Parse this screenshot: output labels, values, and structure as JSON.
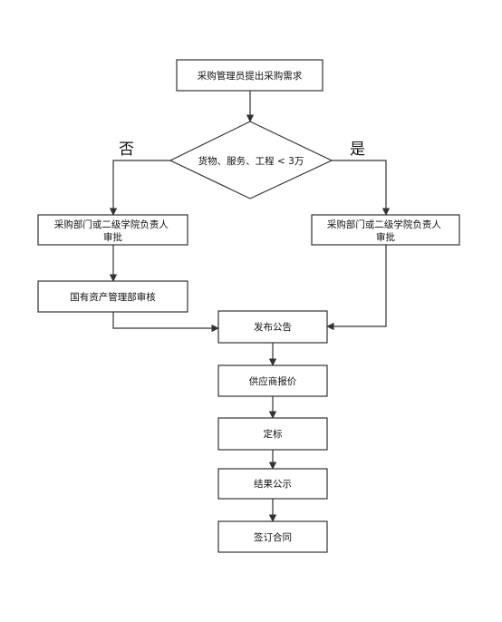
{
  "flowchart": {
    "start": "采购管理员提出采购需求",
    "decision": "货物、服务、工程 < 3万",
    "branch_no": "否",
    "branch_yes": "是",
    "left_approval": [
      "采购部门或二级学院负责人",
      "审批"
    ],
    "asset_review": "国有资产管理部审核",
    "right_approval": [
      "采购部门或二级学院负责人",
      "审批"
    ],
    "publish": "发布公告",
    "quote": "供应商报价",
    "award": "定标",
    "announce": "结果公示",
    "contract": "签订合同"
  },
  "colors": {
    "line": "#333333",
    "text": "#111111",
    "background": "#ffffff"
  }
}
